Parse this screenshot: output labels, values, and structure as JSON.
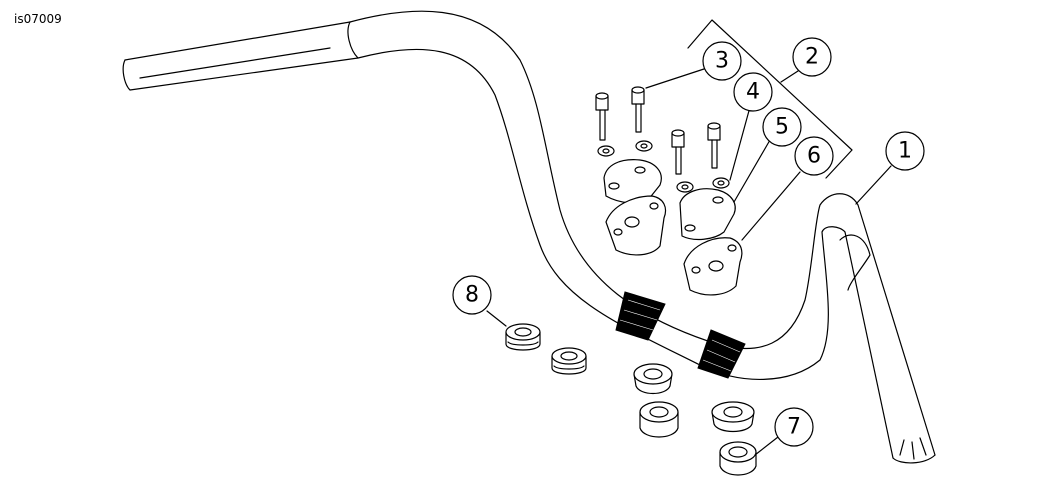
{
  "figure_id": "is07009",
  "callouts": [
    {
      "label": "1"
    },
    {
      "label": "2"
    },
    {
      "label": "3"
    },
    {
      "label": "4"
    },
    {
      "label": "5"
    },
    {
      "label": "6"
    },
    {
      "label": "7"
    },
    {
      "label": "8"
    }
  ]
}
